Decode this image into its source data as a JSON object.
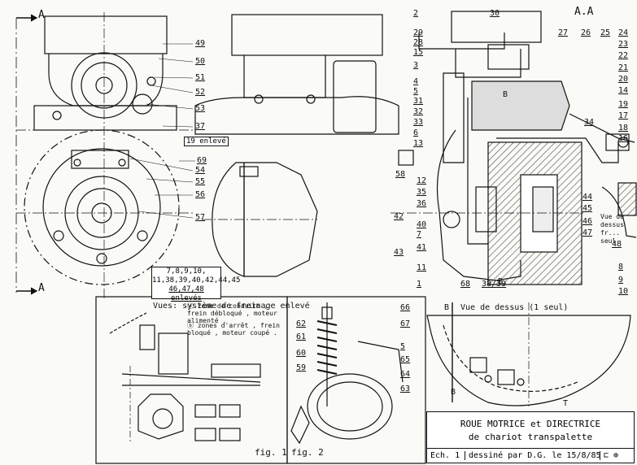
{
  "section_marks": {
    "a_top": "A",
    "a_bottom": "A",
    "section_title": "A.A",
    "b_top": "B",
    "b_mid": "B",
    "b_low": "B",
    "b_view": "B",
    "t_mark": "T"
  },
  "left_callouts": [
    "49",
    "50",
    "51",
    "52",
    "53",
    "37",
    "54",
    "55",
    "56",
    "57",
    "69"
  ],
  "removed_note_19": "19 enlevé",
  "removed_box_lines": [
    "7,8,9,10,",
    "11,38,39,40,42,44,45",
    "46,47,48 enlevés"
  ],
  "views_caption": "Vues: système de freinage enlevé",
  "section_callouts_left": [
    "2",
    "29",
    "28",
    "15",
    "3",
    "4",
    "5",
    "31",
    "32",
    "33",
    "6",
    "13",
    "58",
    "12",
    "35",
    "36",
    "42",
    "40",
    "7",
    "43",
    "41",
    "11",
    "1",
    "68",
    "38/39"
  ],
  "section_callouts_top": [
    "30",
    "27",
    "26",
    "25",
    "24",
    "23",
    "22",
    "21",
    "20",
    "14",
    "17",
    "19",
    "18",
    "16",
    "34"
  ],
  "section_callouts_right": [
    "44",
    "45",
    "46",
    "47",
    "48",
    "8",
    "9",
    "10"
  ],
  "side_view_caption": "Vue de dessus fr... seul",
  "top_view_caption": "Vue de dessus (1 seul)",
  "fig1": {
    "label": "fig. 1",
    "legend_a": "ⓐ zone de conduite , frein débloqué , moteur alimenté .",
    "legend_b": "ⓑ zones d'arrêt , frein bloqué , moteur coupé ."
  },
  "fig2": {
    "label": "fig. 2",
    "callouts": [
      "66",
      "67",
      "62",
      "61",
      "60",
      "59",
      "5",
      "65",
      "64",
      "63"
    ]
  },
  "title_block": {
    "line1": "ROUE MOTRICE et DIRECTRICE",
    "line2": "de chariot transpalette",
    "scale": "Ech. 1",
    "author": "dessiné par D.G. le 15/8/85"
  }
}
